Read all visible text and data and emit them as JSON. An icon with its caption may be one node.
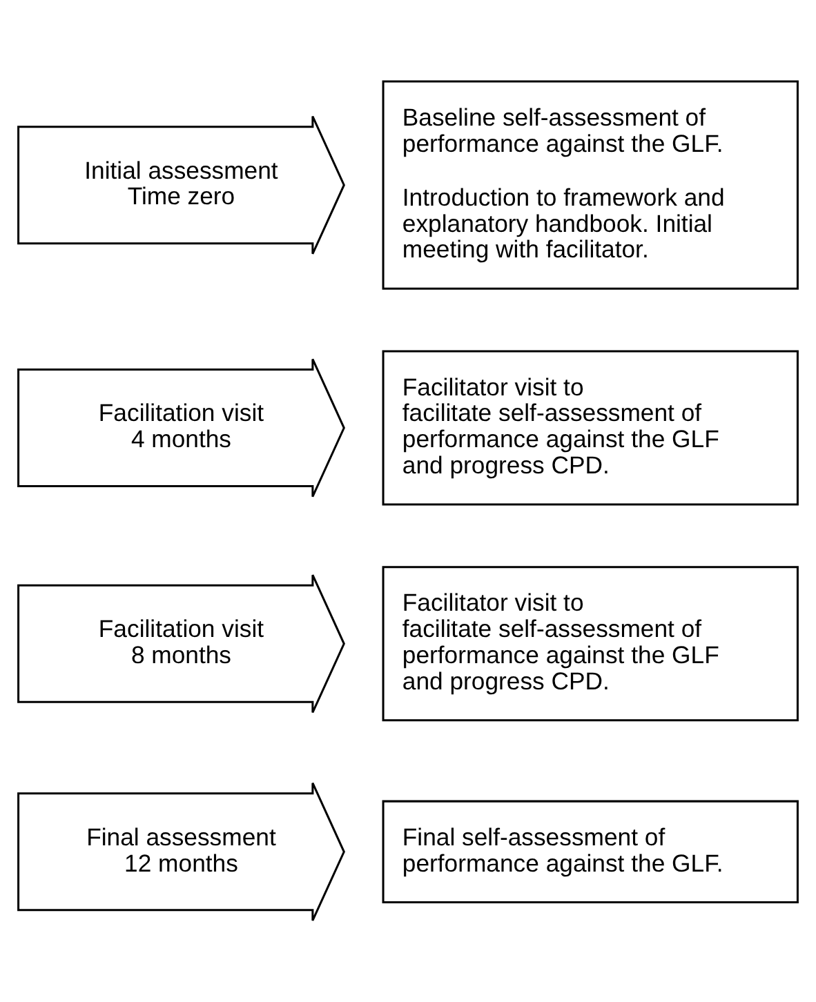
{
  "diagram": {
    "nodes": [
      {
        "text": [
          "Initial assessment",
          "Time zero"
        ]
      },
      {
        "text": [
          "Baseline self-assessment of performance against the GLF.",
          "Introduction to framework and explanatory handbook. Initial meeting with facilitator."
        ]
      },
      {
        "text": [
          "Facilitation visit",
          "4 months"
        ]
      },
      {
        "text": [
          "Facilitator visit to facilitate self-assessment of performance against the GLF and progress CPD."
        ]
      },
      {
        "text": [
          "Facilitation visit",
          "8 months"
        ]
      },
      {
        "text": [
          "Facilitator visit to facilitate self-assessment of performance against the GLF and progress CPD."
        ]
      },
      {
        "text": [
          "Final assessment",
          "12 months"
        ]
      },
      {
        "text": [
          "Final self-assessment of performance against the GLF."
        ]
      }
    ]
  }
}
